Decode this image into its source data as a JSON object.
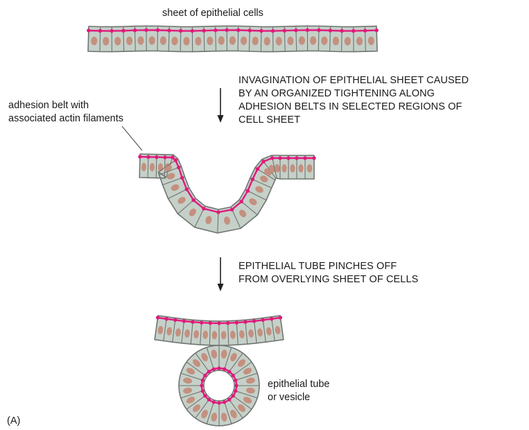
{
  "figure": {
    "panel_label": "(A)",
    "colors": {
      "cell_fill": "#c5d0c8",
      "cell_stroke": "#6f7470",
      "nucleus": "#c4907f",
      "adhesion_belt": "#e0197c",
      "arrow": "#231f20"
    },
    "labels": {
      "top_sheet": "sheet of epithelial cells",
      "adhesion_line1": "adhesion belt with",
      "adhesion_line2": "associated actin filaments",
      "step1_line1": "INVAGINATION OF EPITHELIAL SHEET CAUSED",
      "step1_line2": "BY AN ORGANIZED TIGHTENING ALONG",
      "step1_line3": "ADHESION BELTS IN SELECTED REGIONS OF",
      "step1_line4": "CELL SHEET",
      "step2_line1": "EPITHELIAL TUBE PINCHES OFF",
      "step2_line2": "FROM OVERLYING SHEET OF CELLS",
      "tube_line1": "epithelial tube",
      "tube_line2": "or vesicle"
    }
  }
}
